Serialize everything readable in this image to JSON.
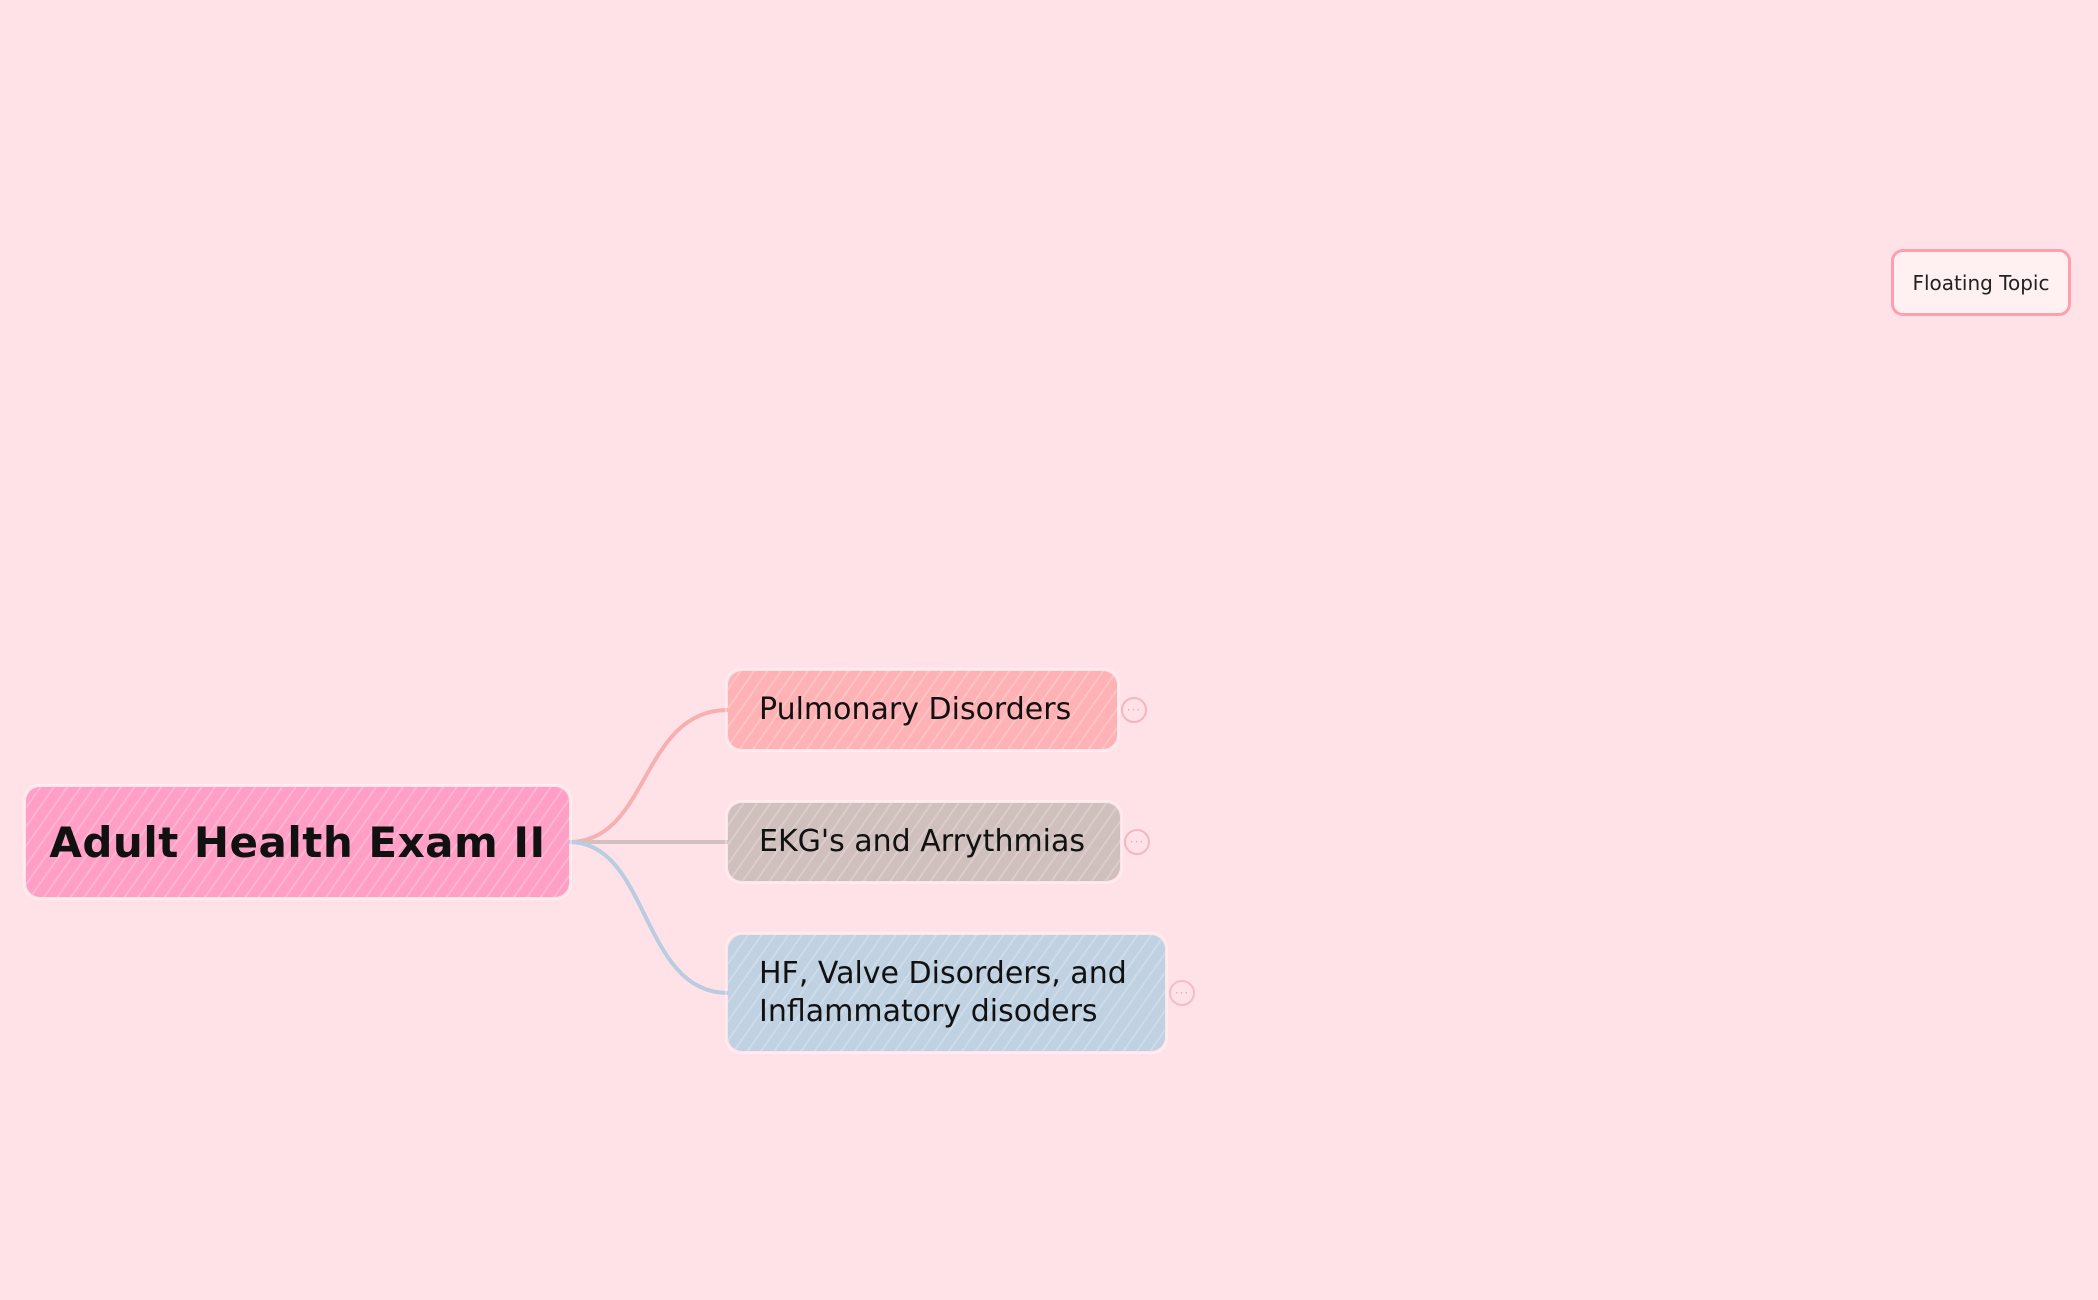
{
  "canvas": {
    "background": "#ffe2e7"
  },
  "central_topic": {
    "label": "Adult Health Exam II",
    "color": "#ff9fc5"
  },
  "branches": [
    {
      "label": "Pulmonary Disorders",
      "color": "#ffb2b5",
      "line_color": "#f7b0b2",
      "collapse_icon": "more-dots-icon"
    },
    {
      "label": "EKG's and Arrythmias",
      "color": "#cfbfbd",
      "line_color": "#d2c1bf",
      "collapse_icon": "more-dots-icon"
    },
    {
      "label": "HF, Valve Disorders, and Inflammatory disoders",
      "color": "#c0d1e2",
      "line_color": "#b9cce0",
      "collapse_icon": "more-dots-icon"
    }
  ],
  "floating_topic": {
    "label": "Floating Topic",
    "border_color": "#ff9fae"
  }
}
